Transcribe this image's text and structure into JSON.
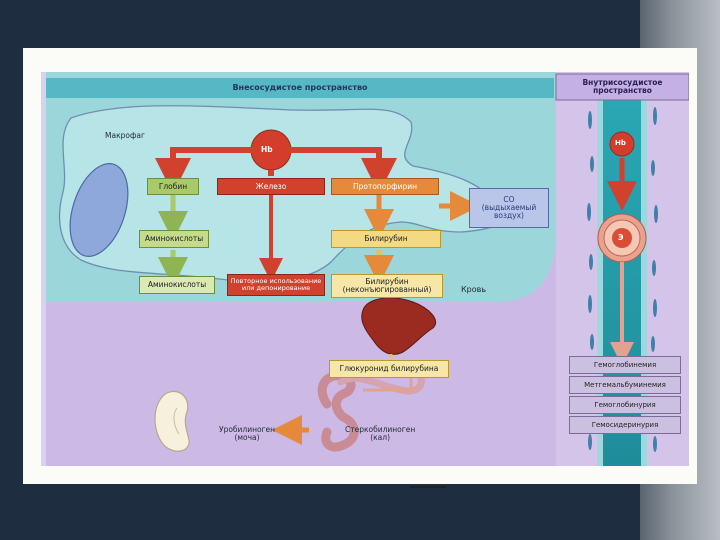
{
  "header": {
    "extravascular": "Внесосудистое пространство",
    "intravascular": "Внутрисосудистое пространство"
  },
  "labels": {
    "macrophage": "Макрофаг",
    "blood": "Кровь",
    "hb": "Hb",
    "rbc": "Э"
  },
  "boxes": {
    "globin": "Глобин",
    "iron": "Железо",
    "protoporphyrin": "Протопорфирин",
    "co": "CO\n(выдыхаемый\nвоздух)",
    "amino_acids": "Аминокислоты",
    "bilirubin": "Билирубин",
    "amino_acids_2": "Аминокислоты",
    "iron_stores": "Повторное использование\nили депонирование",
    "bilirubin_unconj": "Билирубин\n(неконъюгированный)",
    "bilirubin_glucuronide": "Глюкуронид билирубина",
    "urobilinogen": "Уробилиноген\n(моча)",
    "stercobilinogen": "Стеркобилиноген\n(кал)"
  },
  "right_boxes": [
    "Гемоглобинемия",
    "Метгемальбуминемия",
    "Гемоглобинурия",
    "Гемосидеринурия"
  ],
  "colors": {
    "header_teal": "#55b8c4",
    "header_lavender": "#c4b0e2",
    "macrophage_fill": "#b5e3e6",
    "arrow_red": "#d0412e",
    "arrow_orange": "#e48a3a",
    "arrow_green": "#a9c96a"
  }
}
